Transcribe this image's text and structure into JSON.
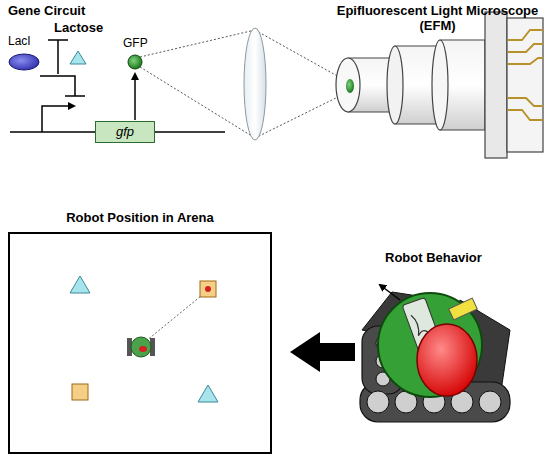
{
  "diagram": {
    "nodes": [
      {
        "text": [
          "gfp"
        ]
      },
      {
        "text": [
          "Robot Position in Arena"
        ]
      }
    ],
    "labels": [
      "Gene Circuit",
      "Lactose",
      "LacI",
      "GFP",
      "Epifluorescent Light Microscope (EFM)",
      "Robot Behavior"
    ]
  }
}
